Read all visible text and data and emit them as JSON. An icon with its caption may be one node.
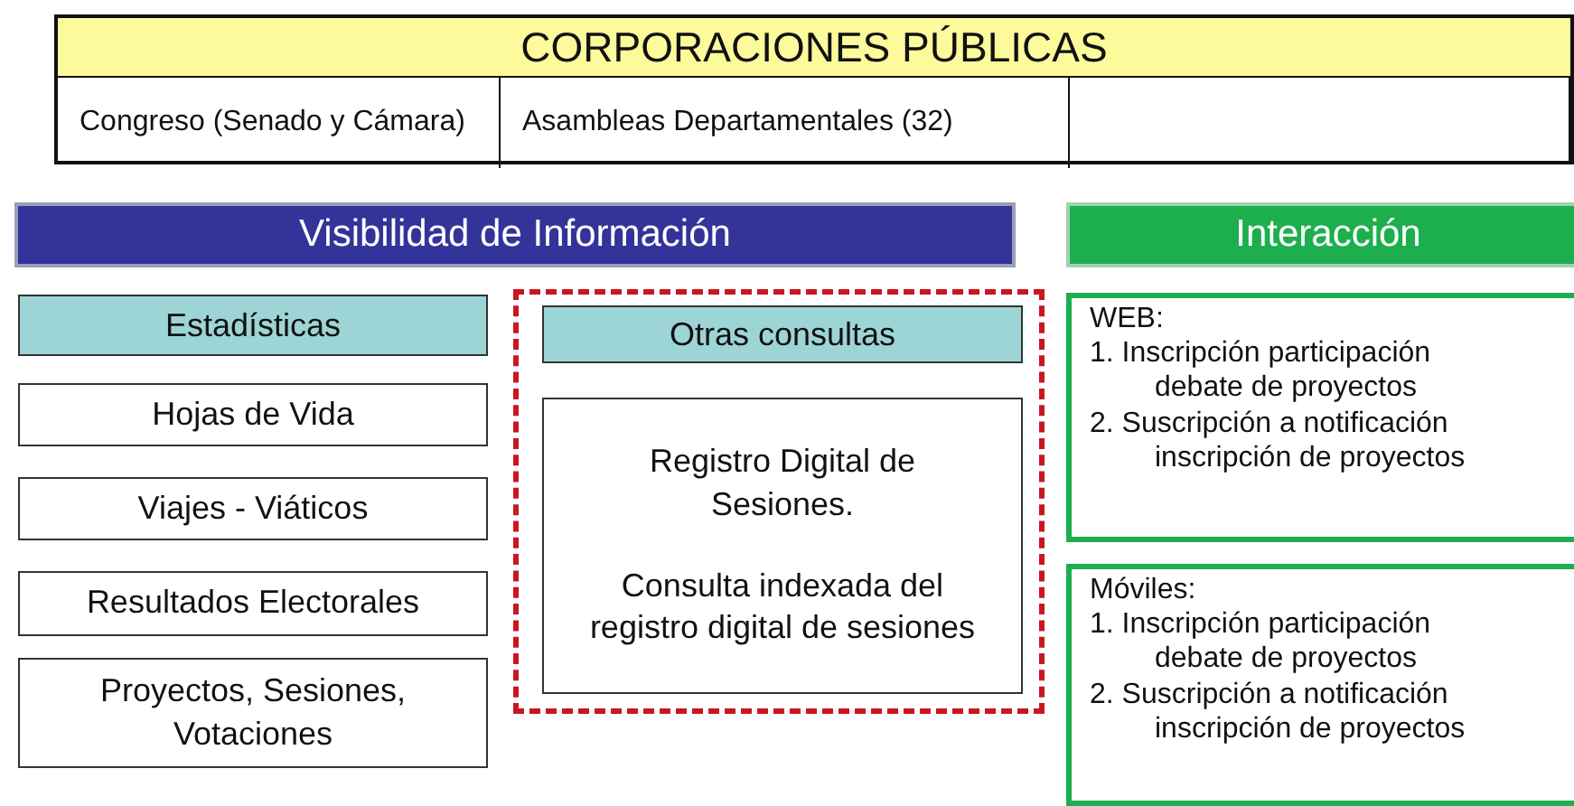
{
  "diagram": {
    "nodes": [
      {
        "text": [
          "CORPORACIONES PÚBLICAS"
        ]
      },
      {
        "text": [
          "Congreso (Senado y Cámara)"
        ],
        "in": 0
      },
      {
        "text": [
          "Asambleas Departamentales (32)"
        ],
        "in": 0
      },
      {
        "text": [],
        "shape": "box",
        "in": 0
      },
      {
        "text": [
          "Visibilidad de Información"
        ]
      },
      {
        "text": [
          "Interacción"
        ]
      },
      {
        "text": [
          "Estadísticas"
        ]
      },
      {
        "text": [
          "Hojas de Vida"
        ]
      },
      {
        "text": [
          "Viajes - Viáticos"
        ]
      },
      {
        "text": [
          "Resultados Electorales"
        ]
      },
      {
        "text": [
          "Proyectos, Sesiones, Votaciones"
        ]
      },
      {
        "text": [],
        "shape": "box"
      },
      {
        "text": [
          "Otras consultas"
        ],
        "in": 11
      },
      {
        "text": [
          "Registro Digital de Sesiones.",
          "Consulta indexada del registro digital de sesiones"
        ],
        "in": 11
      },
      {
        "text": [
          "WEB:",
          "1. Inscripción participación debate de proyectos",
          "2. Suscripción a notificación inscripción de proyectos"
        ]
      },
      {
        "text": [
          "Móviles:",
          "1. Inscripción participación debate de proyectos",
          "2. Suscripción a notificación inscripción de proyectos"
        ]
      }
    ]
  }
}
